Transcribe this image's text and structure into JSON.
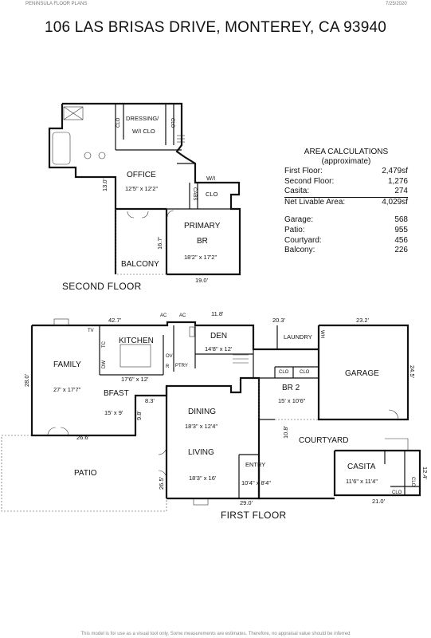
{
  "header": {
    "company": "PENINSULA FLOOR PLANS",
    "date": "7/25/2020"
  },
  "title": "106 LAS BRISAS DRIVE, MONTEREY, CA  93940",
  "area_calculations": {
    "heading": "AREA CALCULATIONS",
    "subheading": "(approximate)",
    "rows": [
      {
        "label": "First Floor:",
        "value": "2,479sf"
      },
      {
        "label": "Second Floor:",
        "value": "1,276"
      },
      {
        "label": "Casita:",
        "value": "274"
      },
      {
        "label": "Net Livable Area:",
        "value": "4,029sf"
      }
    ],
    "other_rows": [
      {
        "label": "Garage:",
        "value": "568"
      },
      {
        "label": "Patio:",
        "value": "955"
      },
      {
        "label": "Courtyard:",
        "value": "456"
      },
      {
        "label": "Balcony:",
        "value": "226"
      }
    ]
  },
  "second_floor": {
    "label": "SECOND FLOOR",
    "rooms": {
      "dressing": "DRESSING/",
      "dressing2": "W/I CLO",
      "clo_left": "CLO",
      "clo_right": "CLO",
      "office": "OFFICE",
      "office_dim": "12'5\" x 12'2\"",
      "wi": "W/I",
      "clo": "CLO",
      "cabs": "CABS",
      "primary": "PRIMARY",
      "br": "BR",
      "primary_dim": "18'2\" x 17'2\"",
      "balcony": "BALCONY"
    },
    "dims": {
      "d13": "13.0'",
      "d167": "16.7'",
      "d19": "19.0'"
    }
  },
  "first_floor": {
    "label": "FIRST FLOOR",
    "rooms": {
      "family": "FAMILY",
      "family_dim": "27' x 17'7\"",
      "kitchen": "KITCHEN",
      "kitchen_dim": "17'6\" x 12'",
      "bfast": "BFAST",
      "bfast_dim": "15' x 9'",
      "den": "DEN",
      "den_dim": "14'8\" x 12'",
      "laundry": "LAUNDRY",
      "garage": "GARAGE",
      "br2": "BR 2",
      "br2_dim": "15' x 10'6\"",
      "clo1": "CLO",
      "clo2": "CLO",
      "dining": "DINING",
      "dining_dim": "18'3\" x 12'4\"",
      "living": "LIVING",
      "living_dim": "18'3\" x 16'",
      "entry": "ENTRY",
      "entry_dim": "10'4\" x 8'4\"",
      "courtyard": "COURTYARD",
      "casita": "CASITA",
      "casita_dim": "11'6\" x 11'4\"",
      "casita_clo": "CLO",
      "casita_clo2": "CLO",
      "patio": "PATIO",
      "ptry": "PTRY",
      "tv": "TV",
      "ac1": "AC",
      "ac2": "AC",
      "ov": "OV",
      "r": "R",
      "dw": "DW",
      "tc": "TC",
      "wh": "WH"
    },
    "dims": {
      "d427": "42.7'",
      "d118": "11.8'",
      "d203": "20.3'",
      "d232": "23.2'",
      "d280": "28.0'",
      "d245": "24.5'",
      "d83": "8.3'",
      "d98": "9.8'",
      "d266": "26.6'",
      "d108": "10.8'",
      "d265": "26.5'",
      "d290": "29.0'",
      "d124": "12.4'",
      "d210": "21.0'"
    }
  },
  "footer": "This model is for use as a visual tool only. Some measurements are estimates. Therefore, no appraisal value should be inferred"
}
